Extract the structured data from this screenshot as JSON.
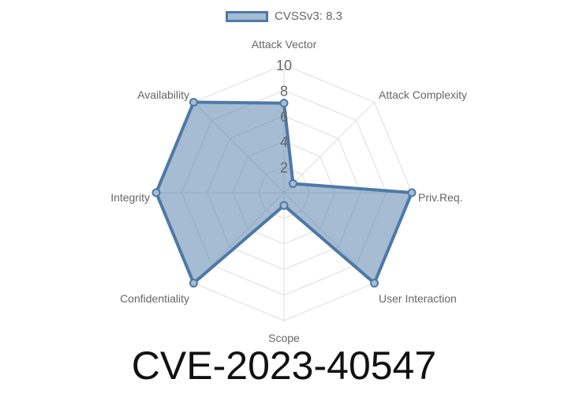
{
  "chart_data": {
    "type": "radar",
    "title": "CVE-2023-40547",
    "axes": [
      "Attack Vector",
      "Attack Complexity",
      "Priv.Req.",
      "User Interaction",
      "Scope",
      "Confidentiality",
      "Integrity",
      "Availability"
    ],
    "series": [
      {
        "name": "CVSSv3: 8.3",
        "values": [
          7,
          1,
          10,
          10,
          1,
          10,
          10,
          10
        ]
      }
    ],
    "rlim": [
      0,
      10
    ],
    "ticks": [
      "2",
      "4",
      "6",
      "8",
      "10"
    ],
    "legend": "top",
    "colors": {
      "line": "#4e79a7",
      "fill": "rgba(78,121,167,0.5)",
      "grid": "#dddddd"
    }
  }
}
